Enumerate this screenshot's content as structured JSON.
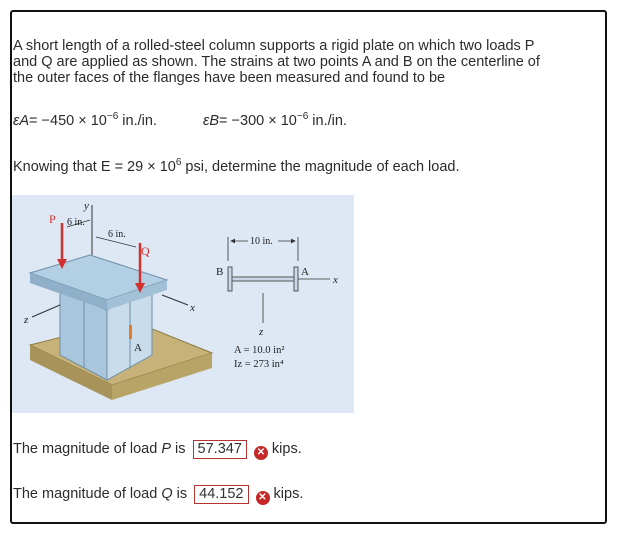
{
  "problem": {
    "line1": "A short length of a rolled-steel column supports a rigid plate on which two loads P",
    "line2": "and Q are applied as shown. The strains at two points A and B on the centerline of",
    "line3": "the outer faces of the flanges have been measured and found to be",
    "strain_a_label": "εA",
    "strain_a_value": "= −450 × 10",
    "strain_a_exp": "−6",
    "strain_a_unit": "in./in.",
    "strain_b_label": "εB",
    "strain_b_value": "= −300 × 10",
    "strain_b_exp": "−6",
    "strain_b_unit": "in./in.",
    "knowing_prefix": "Knowing that E = 29 × 10",
    "knowing_exp": "6",
    "knowing_suffix": " psi, determine the magnitude of each load."
  },
  "figure": {
    "label_p": "P",
    "label_q": "Q",
    "label_y": "y",
    "label_x": "x",
    "label_z": "z",
    "label_a": "A",
    "label_b": "B",
    "dim_6_left": "6 in.",
    "dim_6_right": "6 in.",
    "dim_10": "10 in.",
    "area": "A = 10.0 in²",
    "inertia": "Iz = 273 in⁴"
  },
  "answers": [
    {
      "prefix": "The magnitude of load ",
      "var": "P",
      "mid": " is",
      "value": "57.347",
      "unit": "kips."
    },
    {
      "prefix": "The magnitude of load ",
      "var": "Q",
      "mid": " is",
      "value": "44.152",
      "unit": "kips."
    }
  ]
}
